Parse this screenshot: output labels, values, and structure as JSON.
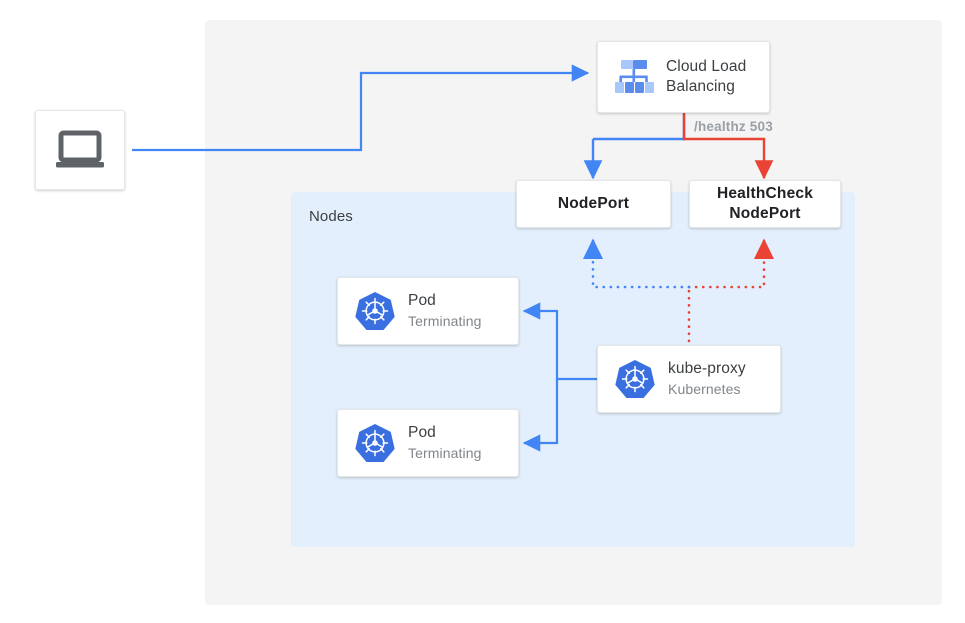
{
  "diagram": {
    "title": "Kubernetes NodePort health check failover diagram",
    "colors": {
      "blue_line": "#4285f4",
      "red_line": "#ea4335",
      "panel_outer": "#f4f4f4",
      "panel_nodes": "#e3effc",
      "k8s_blue": "#3a6fe0",
      "card_bg": "#ffffff",
      "text_dark": "#3c4043",
      "text_gray": "#80868b",
      "label_gray": "#9aa0a6"
    },
    "regions": {
      "nodes_label": "Nodes"
    },
    "nodes": {
      "client": {
        "icon": "laptop-icon"
      },
      "cloud_load_balancing": {
        "icon": "cloud-load-balancing-icon",
        "title": "Cloud Load",
        "title_line2": "Balancing"
      },
      "nodeport": {
        "label": "NodePort"
      },
      "healthcheck_nodeport": {
        "label_line1": "HealthCheck",
        "label_line2": "NodePort"
      },
      "pod_1": {
        "icon": "kubernetes-icon",
        "title": "Pod",
        "subtitle": "Terminating"
      },
      "pod_2": {
        "icon": "kubernetes-icon",
        "title": "Pod",
        "subtitle": "Terminating"
      },
      "kube_proxy": {
        "icon": "kubernetes-icon",
        "title": "kube-proxy",
        "subtitle": "Kubernetes"
      }
    },
    "edges": {
      "healthz_label": "/healthz 503"
    }
  }
}
